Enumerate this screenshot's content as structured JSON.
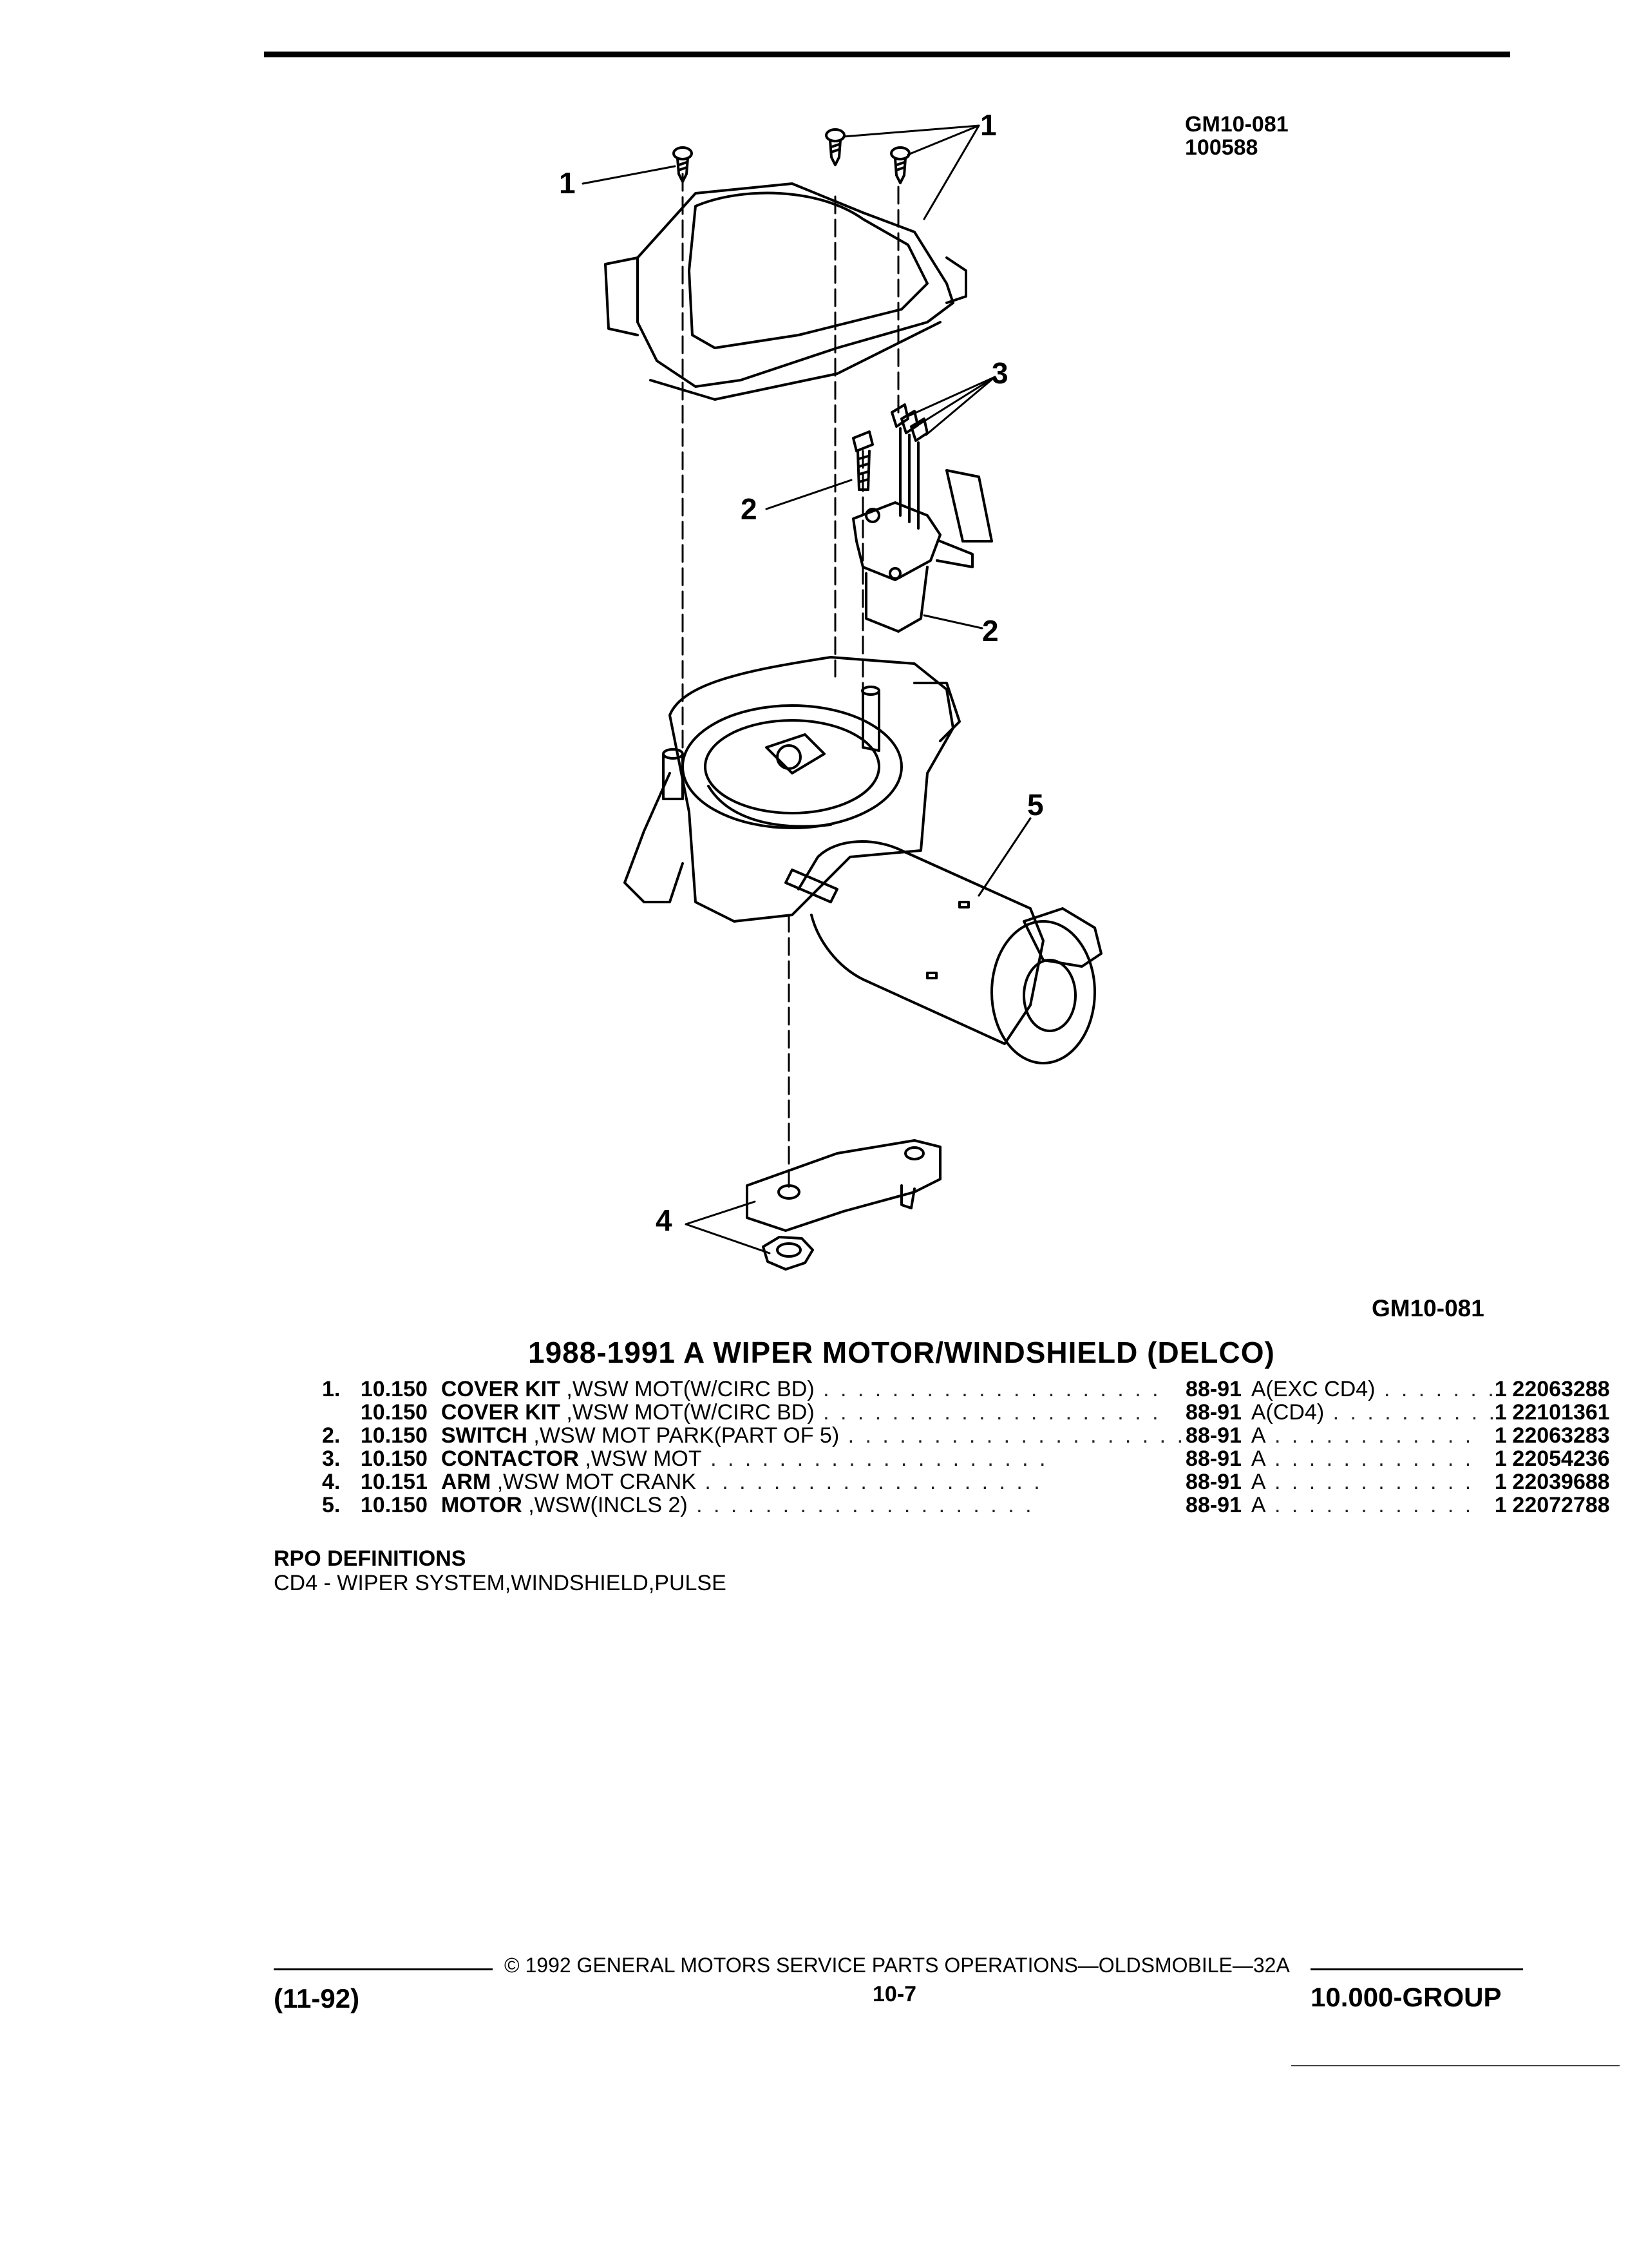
{
  "header": {
    "figure_code": "GM10-081",
    "figure_number": "100588"
  },
  "figure": {
    "code_bottom": "GM10-081",
    "callouts": [
      "1",
      "1",
      "2",
      "3",
      "2",
      "5",
      "4"
    ]
  },
  "section_title": "1988-1991 A WIPER MOTOR/WINDSHIELD (DELCO)",
  "parts": [
    {
      "item": "1.",
      "group": "10.150",
      "name": "COVER KIT",
      "desc": ",WSW MOT(W/CIRC BD)",
      "years": "88-91",
      "application": "A(EXC CD4)",
      "qty": "1",
      "part_no": "22063288"
    },
    {
      "item": "",
      "group": "10.150",
      "name": "COVER KIT",
      "desc": ",WSW MOT(W/CIRC BD)",
      "years": "88-91",
      "application": "A(CD4)",
      "qty": "1",
      "part_no": "22101361"
    },
    {
      "item": "2.",
      "group": "10.150",
      "name": "SWITCH",
      "desc": ",WSW MOT PARK(PART OF 5)",
      "years": "88-91",
      "application": "A",
      "qty": "1",
      "part_no": "22063283"
    },
    {
      "item": "3.",
      "group": "10.150",
      "name": "CONTACTOR",
      "desc": ",WSW MOT",
      "years": "88-91",
      "application": "A",
      "qty": "1",
      "part_no": "22054236"
    },
    {
      "item": "4.",
      "group": "10.151",
      "name": "ARM",
      "desc": ",WSW MOT CRANK",
      "years": "88-91",
      "application": "A",
      "qty": "1",
      "part_no": "22039688"
    },
    {
      "item": "5.",
      "group": "10.150",
      "name": "MOTOR",
      "desc": ",WSW(INCLS 2)",
      "years": "88-91",
      "application": "A",
      "qty": "1",
      "part_no": "22072788"
    }
  ],
  "rpo": {
    "title": "RPO DEFINITIONS",
    "definition": "CD4 - WIPER SYSTEM,WINDSHIELD,PULSE"
  },
  "footer": {
    "copyright": "© 1992 GENERAL MOTORS SERVICE PARTS OPERATIONS—OLDSMOBILE—32A",
    "date": "(11-92)",
    "page": "10-7",
    "group": "10.000-GROUP"
  }
}
